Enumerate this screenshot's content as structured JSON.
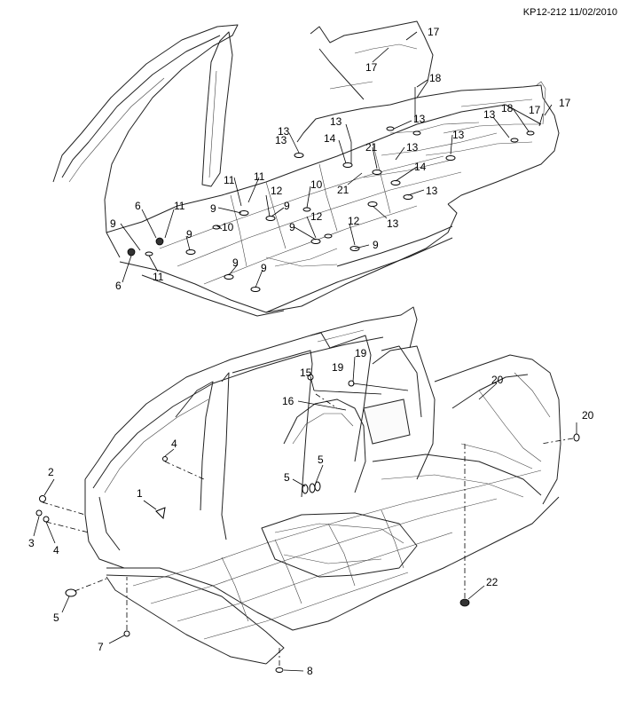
{
  "reference": "KP12-212 11/02/2010",
  "callouts": [
    {
      "label": "17"
    },
    {
      "label": "17"
    },
    {
      "label": "18"
    },
    {
      "label": "17"
    },
    {
      "label": "17"
    },
    {
      "label": "13"
    },
    {
      "label": "13"
    },
    {
      "label": "13"
    },
    {
      "label": "13"
    },
    {
      "label": "13"
    },
    {
      "label": "18"
    },
    {
      "label": "14"
    },
    {
      "label": "21"
    },
    {
      "label": "13"
    },
    {
      "label": "13"
    },
    {
      "label": "14"
    },
    {
      "label": "21"
    },
    {
      "label": "13"
    },
    {
      "label": "13"
    },
    {
      "label": "10"
    },
    {
      "label": "11"
    },
    {
      "label": "11"
    },
    {
      "label": "12"
    },
    {
      "label": "9"
    },
    {
      "label": "9"
    },
    {
      "label": "6"
    },
    {
      "label": "11"
    },
    {
      "label": "12"
    },
    {
      "label": "12"
    },
    {
      "label": "9"
    },
    {
      "label": "10"
    },
    {
      "label": "9"
    },
    {
      "label": "9"
    },
    {
      "label": "9"
    },
    {
      "label": "6"
    },
    {
      "label": "11"
    },
    {
      "label": "9"
    },
    {
      "label": "9"
    },
    {
      "label": "19"
    },
    {
      "label": "15"
    },
    {
      "label": "19"
    },
    {
      "label": "16"
    },
    {
      "label": "20"
    },
    {
      "label": "20"
    },
    {
      "label": "4"
    },
    {
      "label": "2"
    },
    {
      "label": "1"
    },
    {
      "label": "5"
    },
    {
      "label": "5"
    },
    {
      "label": "3"
    },
    {
      "label": "4"
    },
    {
      "label": "5"
    },
    {
      "label": "22"
    },
    {
      "label": "7"
    },
    {
      "label": "8"
    }
  ]
}
